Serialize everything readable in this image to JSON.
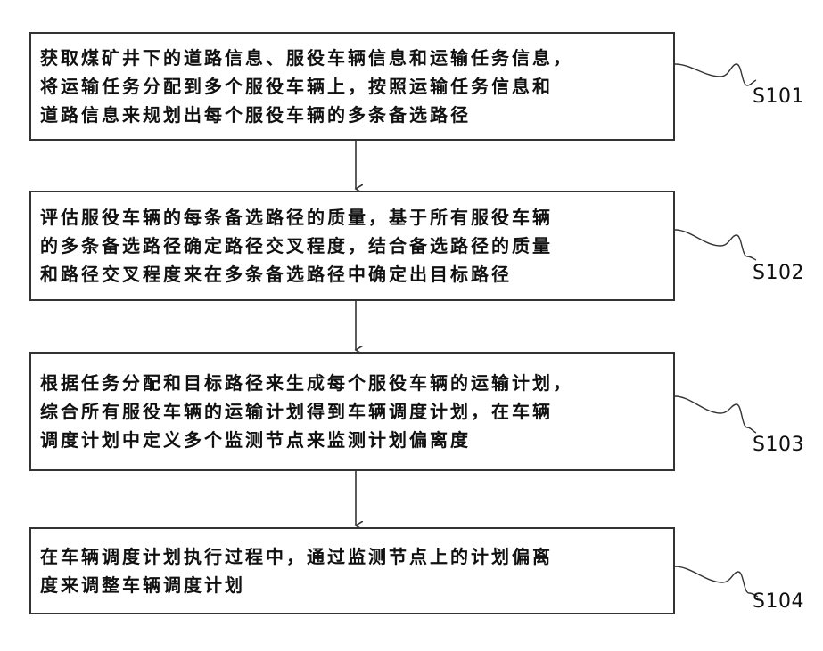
{
  "steps": [
    {
      "id": "S101",
      "lines": [
        "获取煤矿井下的道路信息、服役车辆信息和运输任务信息，",
        "将运输任务分配到多个服役车辆上，按照运输任务信息和",
        "道路信息来规划出每个服役车辆的多条备选路径"
      ]
    },
    {
      "id": "S102",
      "lines": [
        "评估服役车辆的每条备选路径的质量，基于所有服役车辆",
        "的多条备选路径确定路径交叉程度，结合备选路径的质量",
        "和路径交叉程度来在多条备选路径中确定出目标路径"
      ]
    },
    {
      "id": "S103",
      "lines": [
        "根据任务分配和目标路径来生成每个服役车辆的运输计划，",
        "综合所有服役车辆的运输计划得到车辆调度计划，在车辆",
        "调度计划中定义多个监测节点来监测计划偏离度"
      ]
    },
    {
      "id": "S104",
      "lines": [
        "在车辆调度计划执行过程中，通过监测节点上的计划偏离",
        "度来调整车辆调度计划"
      ]
    }
  ]
}
